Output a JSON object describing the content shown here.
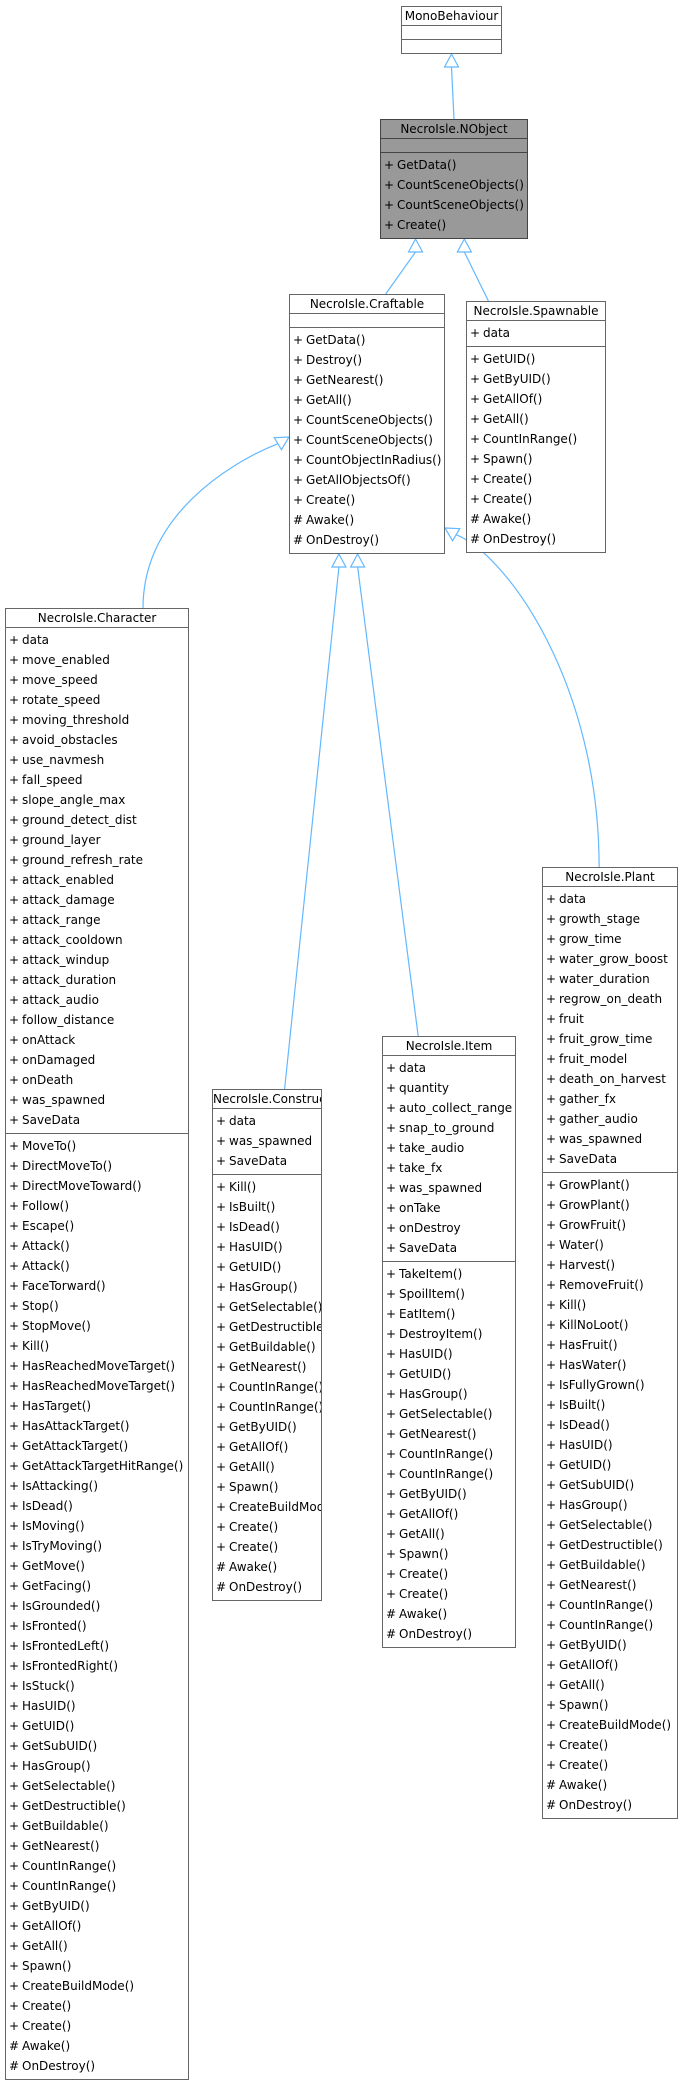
{
  "colors": {
    "edge": "#63B8FF",
    "highlight": "#999999",
    "border": "#666666"
  },
  "classes": [
    {
      "id": "monobehaviour",
      "name": "MonoBehaviour",
      "highlight": false,
      "sections": [
        [],
        []
      ]
    },
    {
      "id": "nobject",
      "name": "NecroIsle.NObject",
      "highlight": true,
      "sections": [
        [],
        [
          [
            "+",
            "GetData()"
          ],
          [
            "+",
            "CountSceneObjects()"
          ],
          [
            "+",
            "CountSceneObjects()"
          ],
          [
            "+",
            "Create()"
          ]
        ]
      ]
    },
    {
      "id": "craftable",
      "name": "NecroIsle.Craftable",
      "highlight": false,
      "sections": [
        [],
        [
          [
            "+",
            "GetData()"
          ],
          [
            "+",
            "Destroy()"
          ],
          [
            "+",
            "GetNearest()"
          ],
          [
            "+",
            "GetAll()"
          ],
          [
            "+",
            "CountSceneObjects()"
          ],
          [
            "+",
            "CountSceneObjects()"
          ],
          [
            "+",
            "CountObjectInRadius()"
          ],
          [
            "+",
            "GetAllObjectsOf()"
          ],
          [
            "+",
            "Create()"
          ],
          [
            "#",
            "Awake()"
          ],
          [
            "#",
            "OnDestroy()"
          ]
        ]
      ]
    },
    {
      "id": "spawnable",
      "name": "NecroIsle.Spawnable",
      "highlight": false,
      "sections": [
        [
          [
            "+",
            "data"
          ]
        ],
        [
          [
            "+",
            "GetUID()"
          ],
          [
            "+",
            "GetByUID()"
          ],
          [
            "+",
            "GetAllOf()"
          ],
          [
            "+",
            "GetAll()"
          ],
          [
            "+",
            "CountInRange()"
          ],
          [
            "+",
            "Spawn()"
          ],
          [
            "+",
            "Create()"
          ],
          [
            "+",
            "Create()"
          ],
          [
            "#",
            "Awake()"
          ],
          [
            "#",
            "OnDestroy()"
          ]
        ]
      ]
    },
    {
      "id": "character",
      "name": "NecroIsle.Character",
      "highlight": false,
      "sections": [
        [
          [
            "+",
            "data"
          ],
          [
            "+",
            "move_enabled"
          ],
          [
            "+",
            "move_speed"
          ],
          [
            "+",
            "rotate_speed"
          ],
          [
            "+",
            "moving_threshold"
          ],
          [
            "+",
            "avoid_obstacles"
          ],
          [
            "+",
            "use_navmesh"
          ],
          [
            "+",
            "fall_speed"
          ],
          [
            "+",
            "slope_angle_max"
          ],
          [
            "+",
            "ground_detect_dist"
          ],
          [
            "+",
            "ground_layer"
          ],
          [
            "+",
            "ground_refresh_rate"
          ],
          [
            "+",
            "attack_enabled"
          ],
          [
            "+",
            "attack_damage"
          ],
          [
            "+",
            "attack_range"
          ],
          [
            "+",
            "attack_cooldown"
          ],
          [
            "+",
            "attack_windup"
          ],
          [
            "+",
            "attack_duration"
          ],
          [
            "+",
            "attack_audio"
          ],
          [
            "+",
            "follow_distance"
          ],
          [
            "+",
            "onAttack"
          ],
          [
            "+",
            "onDamaged"
          ],
          [
            "+",
            "onDeath"
          ],
          [
            "+",
            "was_spawned"
          ],
          [
            "+",
            "SaveData"
          ]
        ],
        [
          [
            "+",
            "MoveTo()"
          ],
          [
            "+",
            "DirectMoveTo()"
          ],
          [
            "+",
            "DirectMoveToward()"
          ],
          [
            "+",
            "Follow()"
          ],
          [
            "+",
            "Escape()"
          ],
          [
            "+",
            "Attack()"
          ],
          [
            "+",
            "Attack()"
          ],
          [
            "+",
            "FaceTorward()"
          ],
          [
            "+",
            "Stop()"
          ],
          [
            "+",
            "StopMove()"
          ],
          [
            "+",
            "Kill()"
          ],
          [
            "+",
            "HasReachedMoveTarget()"
          ],
          [
            "+",
            "HasReachedMoveTarget()"
          ],
          [
            "+",
            "HasTarget()"
          ],
          [
            "+",
            "HasAttackTarget()"
          ],
          [
            "+",
            "GetAttackTarget()"
          ],
          [
            "+",
            "GetAttackTargetHitRange()"
          ],
          [
            "+",
            "IsAttacking()"
          ],
          [
            "+",
            "IsDead()"
          ],
          [
            "+",
            "IsMoving()"
          ],
          [
            "+",
            "IsTryMoving()"
          ],
          [
            "+",
            "GetMove()"
          ],
          [
            "+",
            "GetFacing()"
          ],
          [
            "+",
            "IsGrounded()"
          ],
          [
            "+",
            "IsFronted()"
          ],
          [
            "+",
            "IsFrontedLeft()"
          ],
          [
            "+",
            "IsFrontedRight()"
          ],
          [
            "+",
            "IsStuck()"
          ],
          [
            "+",
            "HasUID()"
          ],
          [
            "+",
            "GetUID()"
          ],
          [
            "+",
            "GetSubUID()"
          ],
          [
            "+",
            "HasGroup()"
          ],
          [
            "+",
            "GetSelectable()"
          ],
          [
            "+",
            "GetDestructible()"
          ],
          [
            "+",
            "GetBuildable()"
          ],
          [
            "+",
            "GetNearest()"
          ],
          [
            "+",
            "CountInRange()"
          ],
          [
            "+",
            "CountInRange()"
          ],
          [
            "+",
            "GetByUID()"
          ],
          [
            "+",
            "GetAllOf()"
          ],
          [
            "+",
            "GetAll()"
          ],
          [
            "+",
            "Spawn()"
          ],
          [
            "+",
            "CreateBuildMode()"
          ],
          [
            "+",
            "Create()"
          ],
          [
            "+",
            "Create()"
          ],
          [
            "#",
            "Awake()"
          ],
          [
            "#",
            "OnDestroy()"
          ]
        ]
      ]
    },
    {
      "id": "construction",
      "name": "NecroIsle.Construction",
      "highlight": false,
      "sections": [
        [
          [
            "+",
            "data"
          ],
          [
            "+",
            "was_spawned"
          ],
          [
            "+",
            "SaveData"
          ]
        ],
        [
          [
            "+",
            "Kill()"
          ],
          [
            "+",
            "IsBuilt()"
          ],
          [
            "+",
            "IsDead()"
          ],
          [
            "+",
            "HasUID()"
          ],
          [
            "+",
            "GetUID()"
          ],
          [
            "+",
            "HasGroup()"
          ],
          [
            "+",
            "GetSelectable()"
          ],
          [
            "+",
            "GetDestructible()"
          ],
          [
            "+",
            "GetBuildable()"
          ],
          [
            "+",
            "GetNearest()"
          ],
          [
            "+",
            "CountInRange()"
          ],
          [
            "+",
            "CountInRange()"
          ],
          [
            "+",
            "GetByUID()"
          ],
          [
            "+",
            "GetAllOf()"
          ],
          [
            "+",
            "GetAll()"
          ],
          [
            "+",
            "Spawn()"
          ],
          [
            "+",
            "CreateBuildMode()"
          ],
          [
            "+",
            "Create()"
          ],
          [
            "+",
            "Create()"
          ],
          [
            "#",
            "Awake()"
          ],
          [
            "#",
            "OnDestroy()"
          ]
        ]
      ]
    },
    {
      "id": "item",
      "name": "NecroIsle.Item",
      "highlight": false,
      "sections": [
        [
          [
            "+",
            "data"
          ],
          [
            "+",
            "quantity"
          ],
          [
            "+",
            "auto_collect_range"
          ],
          [
            "+",
            "snap_to_ground"
          ],
          [
            "+",
            "take_audio"
          ],
          [
            "+",
            "take_fx"
          ],
          [
            "+",
            "was_spawned"
          ],
          [
            "+",
            "onTake"
          ],
          [
            "+",
            "onDestroy"
          ],
          [
            "+",
            "SaveData"
          ]
        ],
        [
          [
            "+",
            "TakeItem()"
          ],
          [
            "+",
            "SpoilItem()"
          ],
          [
            "+",
            "EatItem()"
          ],
          [
            "+",
            "DestroyItem()"
          ],
          [
            "+",
            "HasUID()"
          ],
          [
            "+",
            "GetUID()"
          ],
          [
            "+",
            "HasGroup()"
          ],
          [
            "+",
            "GetSelectable()"
          ],
          [
            "+",
            "GetNearest()"
          ],
          [
            "+",
            "CountInRange()"
          ],
          [
            "+",
            "CountInRange()"
          ],
          [
            "+",
            "GetByUID()"
          ],
          [
            "+",
            "GetAllOf()"
          ],
          [
            "+",
            "GetAll()"
          ],
          [
            "+",
            "Spawn()"
          ],
          [
            "+",
            "Create()"
          ],
          [
            "+",
            "Create()"
          ],
          [
            "#",
            "Awake()"
          ],
          [
            "#",
            "OnDestroy()"
          ]
        ]
      ]
    },
    {
      "id": "plant",
      "name": "NecroIsle.Plant",
      "highlight": false,
      "sections": [
        [
          [
            "+",
            "data"
          ],
          [
            "+",
            "growth_stage"
          ],
          [
            "+",
            "grow_time"
          ],
          [
            "+",
            "water_grow_boost"
          ],
          [
            "+",
            "water_duration"
          ],
          [
            "+",
            "regrow_on_death"
          ],
          [
            "+",
            "fruit"
          ],
          [
            "+",
            "fruit_grow_time"
          ],
          [
            "+",
            "fruit_model"
          ],
          [
            "+",
            "death_on_harvest"
          ],
          [
            "+",
            "gather_fx"
          ],
          [
            "+",
            "gather_audio"
          ],
          [
            "+",
            "was_spawned"
          ],
          [
            "+",
            "SaveData"
          ]
        ],
        [
          [
            "+",
            "GrowPlant()"
          ],
          [
            "+",
            "GrowPlant()"
          ],
          [
            "+",
            "GrowFruit()"
          ],
          [
            "+",
            "Water()"
          ],
          [
            "+",
            "Harvest()"
          ],
          [
            "+",
            "RemoveFruit()"
          ],
          [
            "+",
            "Kill()"
          ],
          [
            "+",
            "KillNoLoot()"
          ],
          [
            "+",
            "HasFruit()"
          ],
          [
            "+",
            "HasWater()"
          ],
          [
            "+",
            "IsFullyGrown()"
          ],
          [
            "+",
            "IsBuilt()"
          ],
          [
            "+",
            "IsDead()"
          ],
          [
            "+",
            "HasUID()"
          ],
          [
            "+",
            "GetUID()"
          ],
          [
            "+",
            "GetSubUID()"
          ],
          [
            "+",
            "HasGroup()"
          ],
          [
            "+",
            "GetSelectable()"
          ],
          [
            "+",
            "GetDestructible()"
          ],
          [
            "+",
            "GetBuildable()"
          ],
          [
            "+",
            "GetNearest()"
          ],
          [
            "+",
            "CountInRange()"
          ],
          [
            "+",
            "CountInRange()"
          ],
          [
            "+",
            "GetByUID()"
          ],
          [
            "+",
            "GetAllOf()"
          ],
          [
            "+",
            "GetAll()"
          ],
          [
            "+",
            "Spawn()"
          ],
          [
            "+",
            "CreateBuildMode()"
          ],
          [
            "+",
            "Create()"
          ],
          [
            "+",
            "Create()"
          ],
          [
            "#",
            "Awake()"
          ],
          [
            "#",
            "OnDestroy()"
          ]
        ]
      ]
    }
  ],
  "inheritance": [
    [
      "nobject",
      "monobehaviour"
    ],
    [
      "craftable",
      "nobject"
    ],
    [
      "spawnable",
      "nobject"
    ],
    [
      "character",
      "craftable"
    ],
    [
      "construction",
      "craftable"
    ],
    [
      "item",
      "craftable"
    ],
    [
      "plant",
      "craftable"
    ]
  ]
}
